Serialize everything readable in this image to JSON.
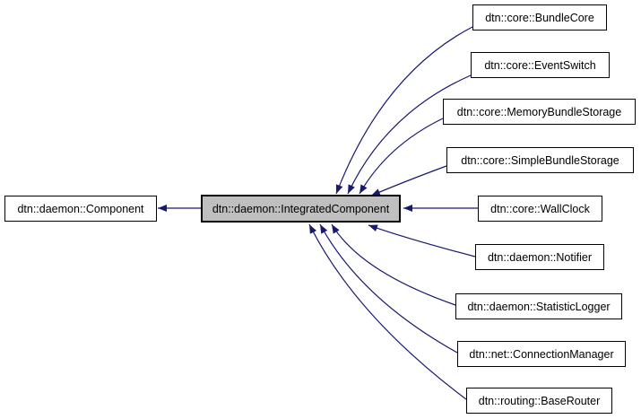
{
  "diagram": {
    "type": "inheritance-graph",
    "background_color": "#ffffff",
    "edge_color": "#191970",
    "node_border_color": "#000000",
    "node_fill_color": "#ffffff",
    "selected_node_fill_color": "#bfbfbf",
    "text_color": "#000000"
  },
  "nodes": {
    "base": {
      "label": "dtn::daemon::Component"
    },
    "selected": {
      "label": "dtn::daemon::IntegratedComponent"
    },
    "derived": [
      {
        "label": "dtn::core::BundleCore"
      },
      {
        "label": "dtn::core::EventSwitch"
      },
      {
        "label": "dtn::core::MemoryBundleStorage"
      },
      {
        "label": "dtn::core::SimpleBundleStorage"
      },
      {
        "label": "dtn::core::WallClock"
      },
      {
        "label": "dtn::daemon::Notifier"
      },
      {
        "label": "dtn::daemon::StatisticLogger"
      },
      {
        "label": "dtn::net::ConnectionManager"
      },
      {
        "label": "dtn::routing::BaseRouter"
      }
    ]
  }
}
